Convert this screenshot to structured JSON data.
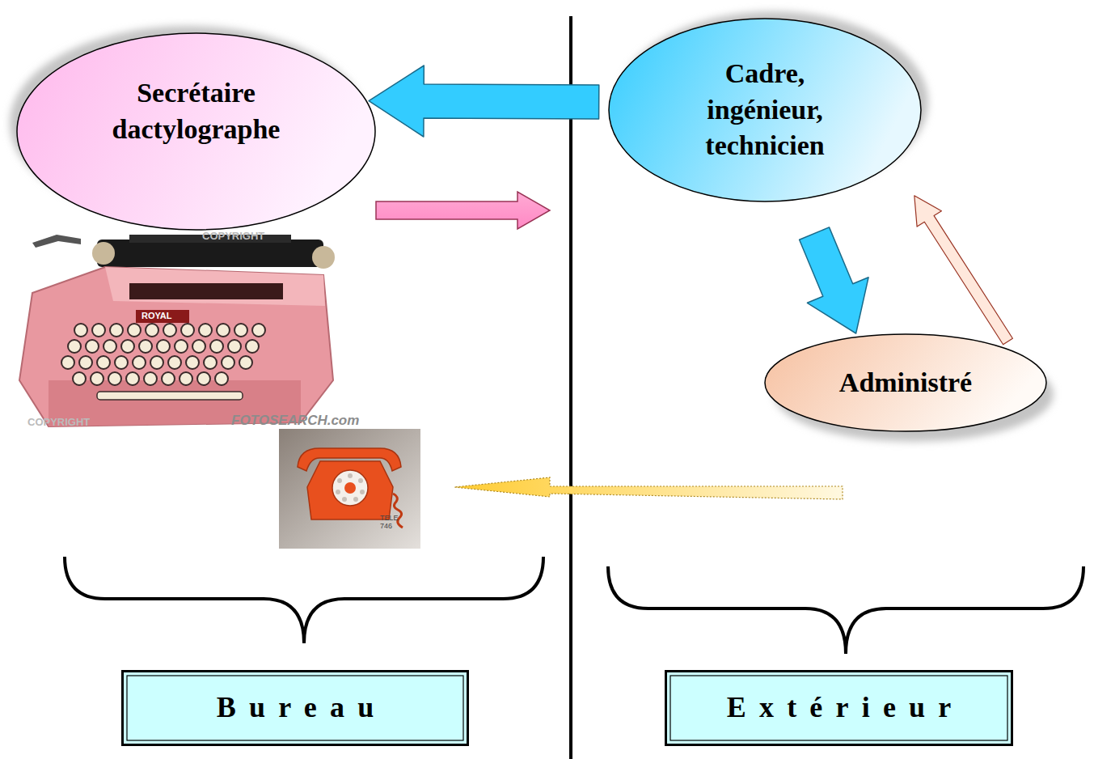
{
  "diagram": {
    "nodes": [
      {
        "text": [
          "Secrétaire dactylographe"
        ]
      },
      {
        "text": [
          "Cadre, ingénieur, technicien"
        ]
      },
      {
        "text": [
          "Administré"
        ]
      },
      {
        "text": [
          "Bureau"
        ]
      },
      {
        "text": [
          "Extérieur"
        ]
      }
    ],
    "edges": [
      {
        "from": 1,
        "to": 0,
        "arrow": "to"
      },
      {
        "from": 1,
        "to": 2,
        "arrow": "to"
      },
      {
        "from": 2,
        "to": 1,
        "arrow": "to"
      }
    ],
    "labels": [
      "COPYRIGHT",
      "ROYAL",
      "COPYRIGHT",
      "FOTOSEARCH.com",
      "TELE 746"
    ]
  }
}
